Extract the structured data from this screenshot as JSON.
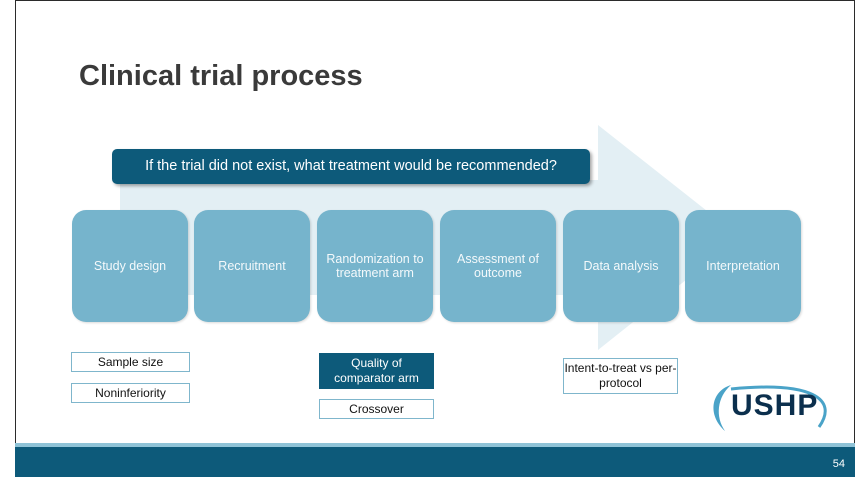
{
  "slide": {
    "title": "Clinical trial process",
    "callout": "If the trial did not exist, what treatment would be recommended?",
    "steps": [
      {
        "label": "Study design"
      },
      {
        "label": "Recruitment"
      },
      {
        "label": "Randomization to treatment arm"
      },
      {
        "label": "Assessment of outcome"
      },
      {
        "label": "Data analysis"
      },
      {
        "label": "Interpretation"
      }
    ],
    "annotations": {
      "sample_size": "Sample size",
      "noninferiority": "Noninferiority",
      "quality_comparator": "Quality of comparator arm",
      "crossover": "Crossover",
      "intent_to_treat": "Intent-to-treat vs per-protocol"
    },
    "logo_text": "USHP",
    "page_number": "54"
  },
  "colors": {
    "accent_dark": "#0d5a7a",
    "step_fill": "#76b4cc",
    "arrow_fill": "#e3eff4",
    "title_text": "#3a3a3a"
  }
}
